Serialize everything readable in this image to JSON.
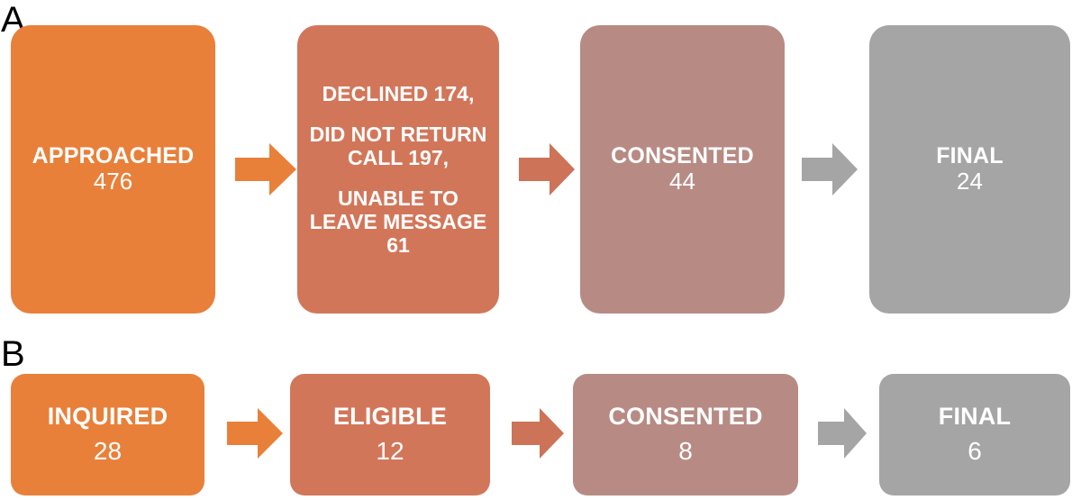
{
  "figure": {
    "panels": [
      {
        "letter": "A",
        "boxes": [
          {
            "label": "APPROACHED",
            "value": "476",
            "color": "#E8803A"
          },
          {
            "label": "",
            "value": "",
            "color": "#D2765A",
            "blocks": [
              "DECLINED 174,",
              "DID NOT RETURN CALL 197,",
              "UNABLE TO LEAVE MESSAGE 61"
            ]
          },
          {
            "label": "CONSENTED",
            "value": "44",
            "color": "#B78B84"
          },
          {
            "label": "FINAL",
            "value": "24",
            "color": "#A5A5A5"
          }
        ],
        "arrows": [
          {
            "color": "#E8803A",
            "name": "arrow-approached-to-declined"
          },
          {
            "color": "#CC7358",
            "name": "arrow-declined-to-consented"
          },
          {
            "color": "#A5A5A5",
            "name": "arrow-consented-to-final"
          }
        ]
      },
      {
        "letter": "B",
        "boxes": [
          {
            "label": "INQUIRED",
            "value": "28",
            "color": "#E8803A"
          },
          {
            "label": "ELIGIBLE",
            "value": "12",
            "color": "#D2765A"
          },
          {
            "label": "CONSENTED",
            "value": "8",
            "color": "#B78B84"
          },
          {
            "label": "FINAL",
            "value": "6",
            "color": "#A5A5A5"
          }
        ],
        "arrows": [
          {
            "color": "#E8803A",
            "name": "arrow-inquired-to-eligible"
          },
          {
            "color": "#CC7358",
            "name": "arrow-eligible-to-consented"
          },
          {
            "color": "#A5A5A5",
            "name": "arrow-consented-to-final"
          }
        ]
      }
    ],
    "colors": {
      "orange": "#E8803A",
      "terracotta": "#D2765A",
      "mauve": "#B78B84",
      "gray": "#A5A5A5",
      "background": "#FFFFFF",
      "text_on_box": "#FFFFFF",
      "panel_letter": "#000000"
    }
  }
}
